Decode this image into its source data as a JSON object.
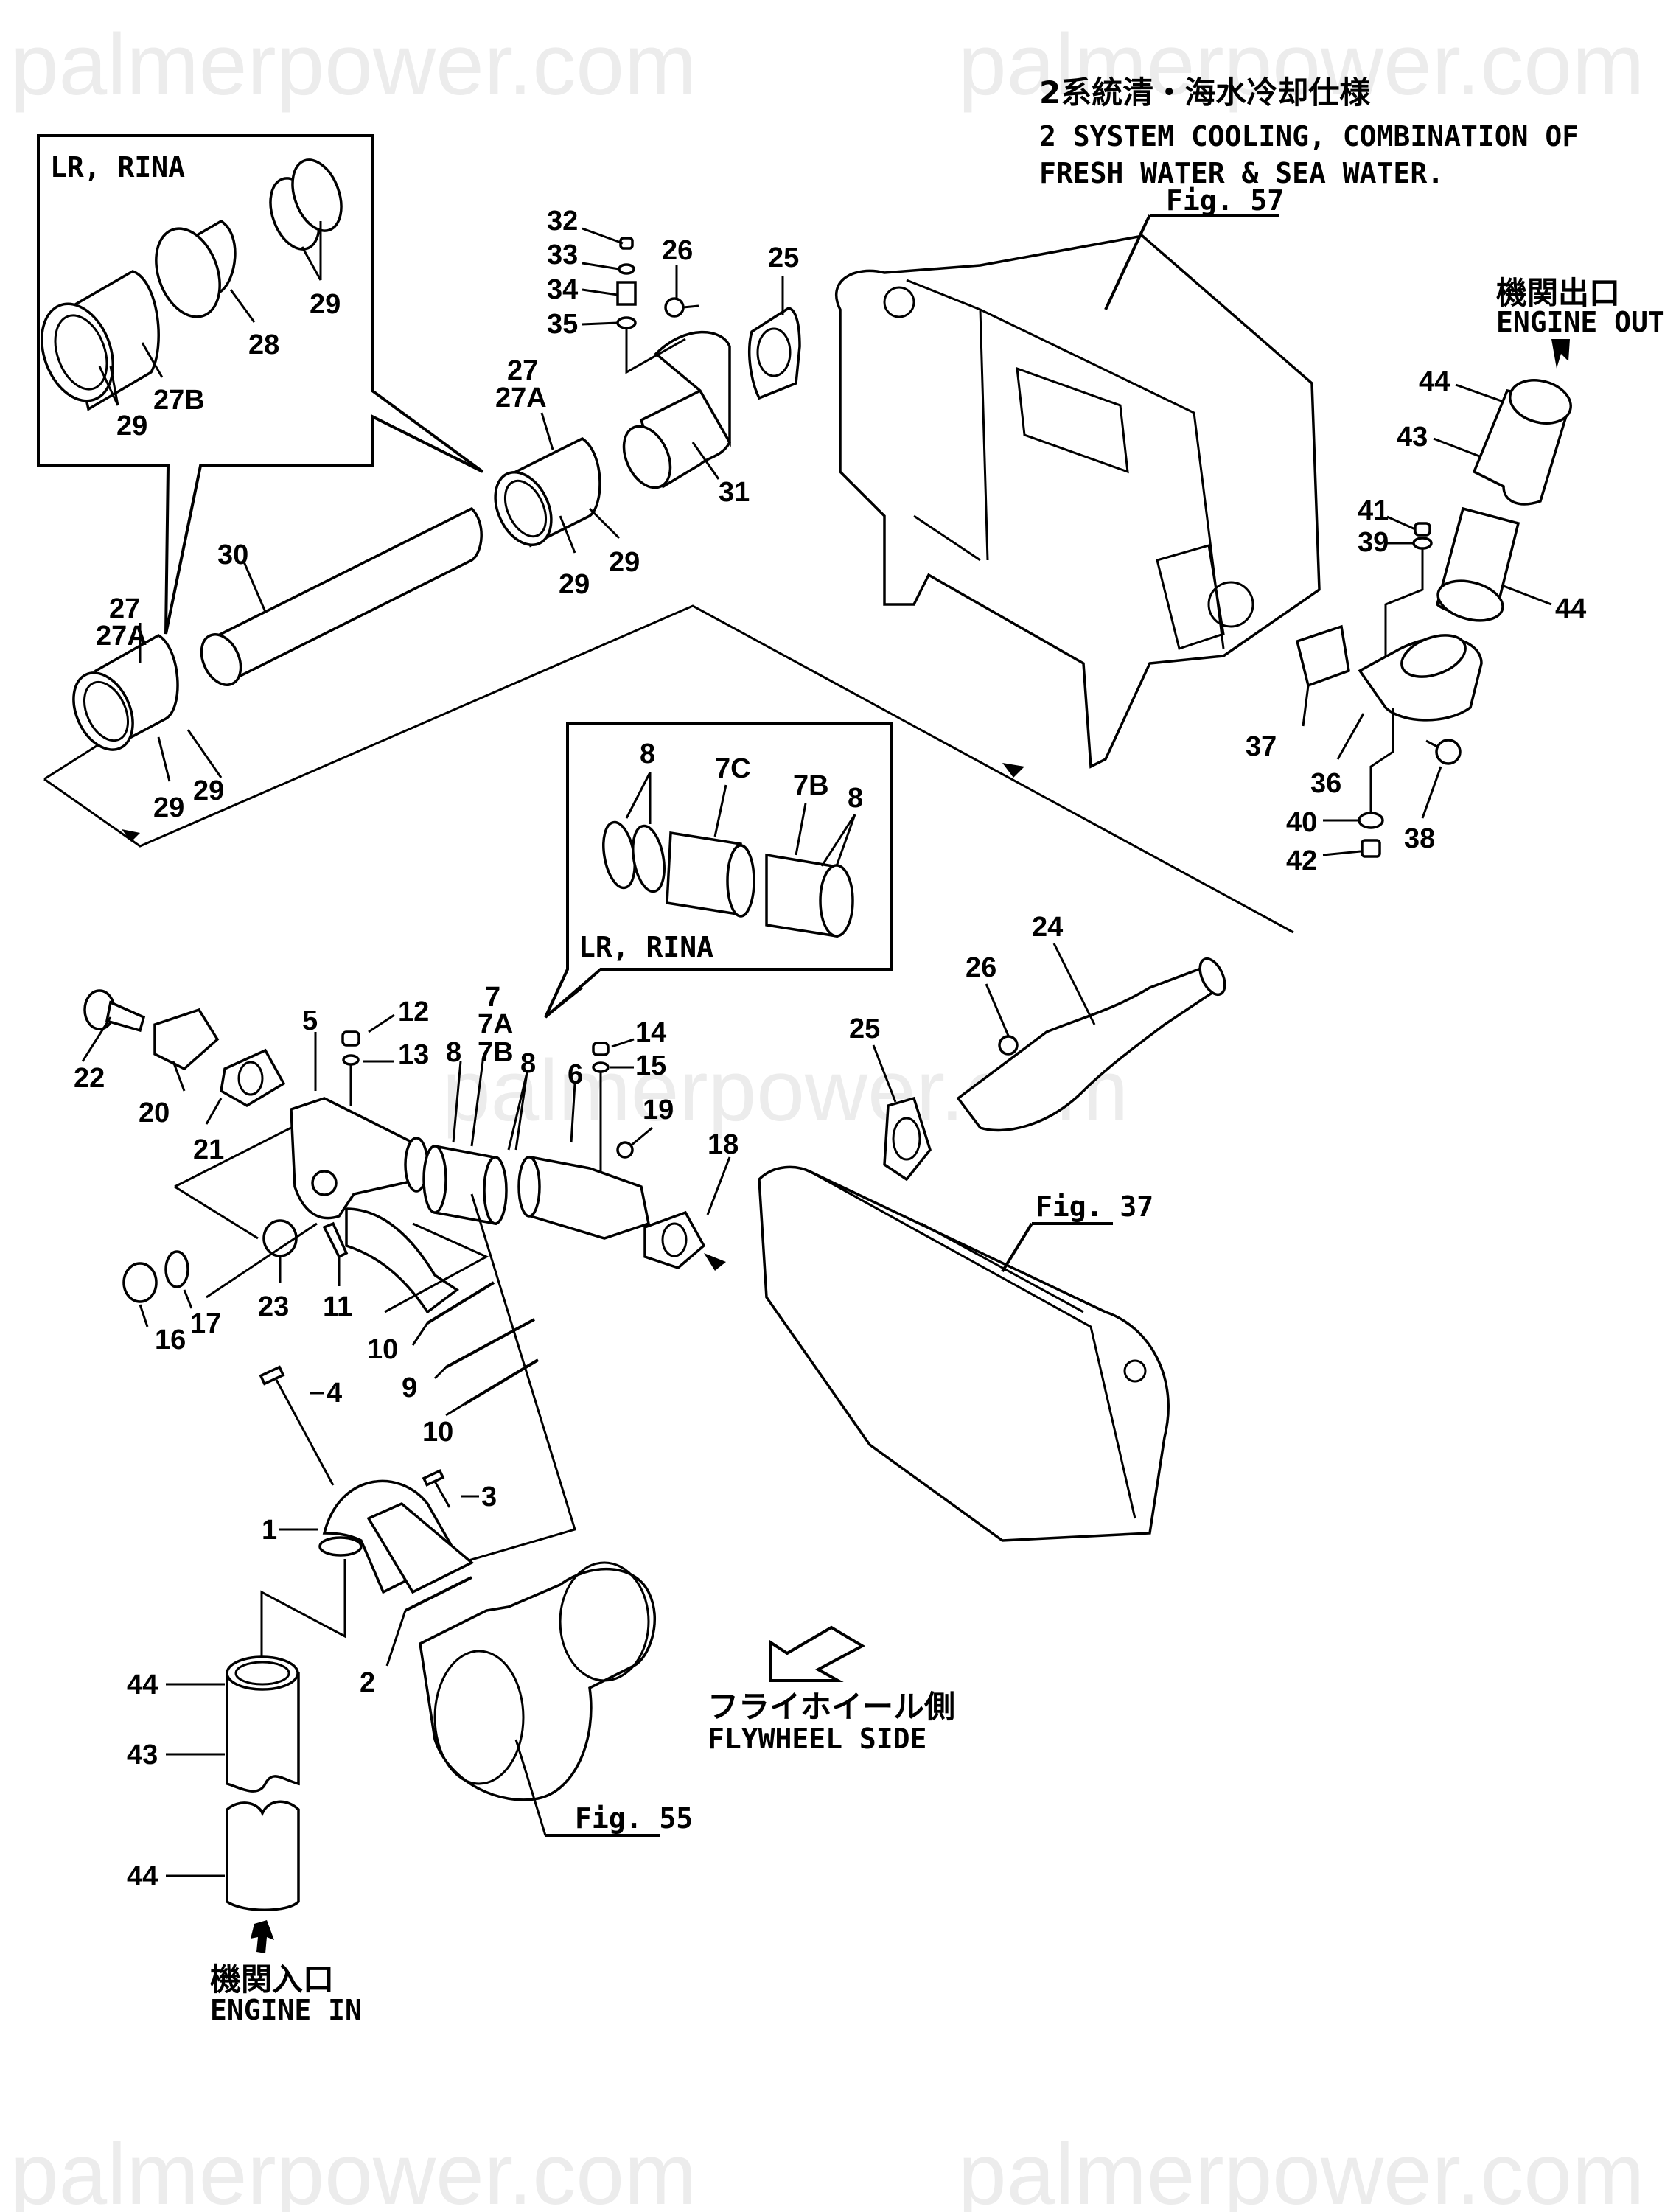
{
  "watermark": "palmerpower.com",
  "title": {
    "jp": "2系統清・海水冷却仕様",
    "en_line1": "2 SYSTEM COOLING, COMBINATION OF",
    "en_line2": "FRESH WATER & SEA WATER."
  },
  "insets": {
    "upper": {
      "label": "LR, RINA"
    },
    "lower": {
      "label": "LR, RINA"
    }
  },
  "figure_refs": {
    "fig57": "Fig. 57",
    "fig37": "Fig. 37",
    "fig55": "Fig. 55"
  },
  "flow_labels": {
    "engine_out_jp": "機関出口",
    "engine_out_en": "ENGINE OUT",
    "engine_in_jp": "機関入口",
    "engine_in_en": "ENGINE IN",
    "flywheel_jp": "フライホイール側",
    "flywheel_en": "FLYWHEEL SIDE"
  },
  "callouts": {
    "c1": "1",
    "c2": "2",
    "c3": "3",
    "c4": "4",
    "c5": "5",
    "c6": "6",
    "c7": "7",
    "c7A": "7A",
    "c7B": "7B",
    "c7C": "7C",
    "c7B_inset": "7B",
    "c8a": "8",
    "c8b": "8",
    "c8_inset_a": "8",
    "c8_inset_b": "8",
    "c9": "9",
    "c10a": "10",
    "c10b": "10",
    "c11": "11",
    "c12": "12",
    "c13": "13",
    "c14": "14",
    "c15": "15",
    "c16": "16",
    "c17": "17",
    "c18": "18",
    "c19": "19",
    "c20": "20",
    "c21": "21",
    "c22": "22",
    "c23": "23",
    "c24": "24",
    "c25a": "25",
    "c25b": "25",
    "c26a": "26",
    "c26b": "26",
    "c27a": "27",
    "c27Aa": "27A",
    "c27b": "27",
    "c27Ab": "27A",
    "c27B": "27B",
    "c28": "28",
    "c29_i1": "29",
    "c29_i2": "29",
    "c29_u1": "29",
    "c29_u2": "29",
    "c29_l1": "29",
    "c29_l2": "29",
    "c30": "30",
    "c31": "31",
    "c32": "32",
    "c33": "33",
    "c34": "34",
    "c35": "35",
    "c36": "36",
    "c37": "37",
    "c38": "38",
    "c39": "39",
    "c40": "40",
    "c41": "41",
    "c42": "42",
    "c43a": "43",
    "c44a": "44",
    "c44b": "44",
    "c43b": "43",
    "c44c": "44",
    "c44d": "44"
  }
}
